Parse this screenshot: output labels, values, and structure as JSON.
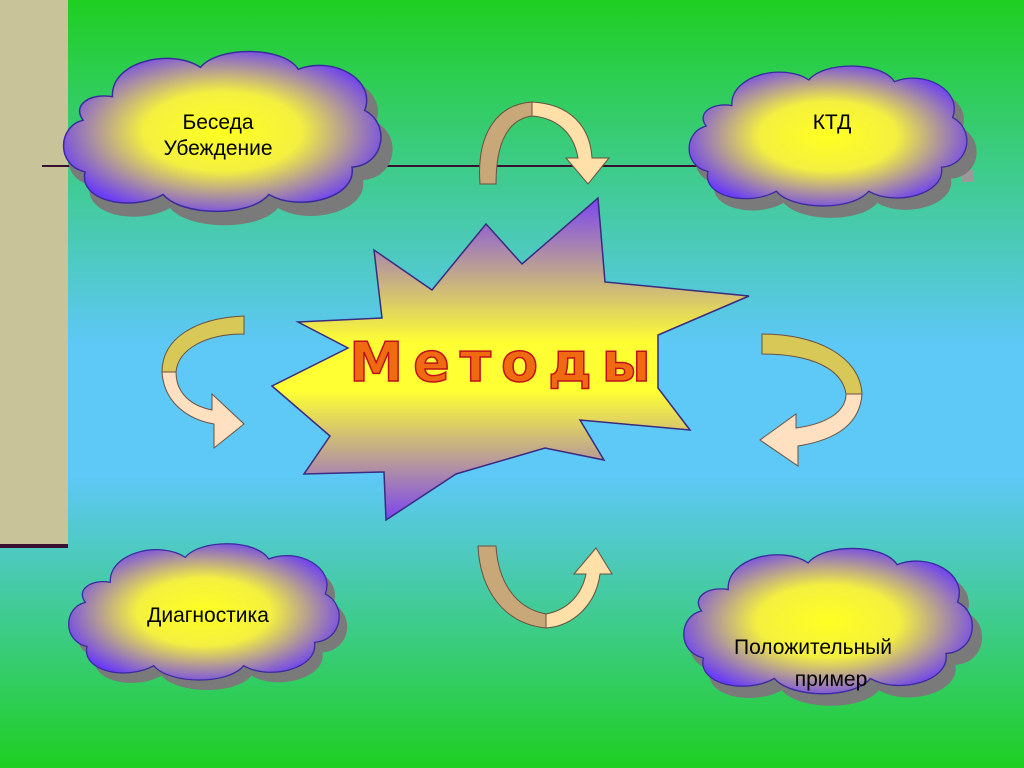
{
  "center": {
    "title": "Методы"
  },
  "nodes": {
    "top_left": {
      "line1": "Беседа",
      "line2": "Убеждение"
    },
    "top_right": {
      "line1": "КТД"
    },
    "bottom_left": {
      "line1": "Диагностика"
    },
    "bottom_right": {
      "line1": "Положительный",
      "line2": "пример"
    }
  },
  "colors": {
    "background_top": "#1fcf22",
    "background_mid": "#5ec8f7",
    "background_bottom": "#1fcf22",
    "side_bar": "#c9c39a",
    "divider": "#3a1030",
    "cloud_outer": "#6a3cf5",
    "cloud_inner": "#ffff22",
    "star_top": "#7b45f0",
    "star_mid": "#ffff33",
    "arrow_dark": "#c8a878",
    "arrow_light": "#ffe9b0",
    "title_fill": "#f06a10",
    "title_outline": "#c01020"
  },
  "icons": [
    "cloud-shape",
    "explosion-star",
    "curved-arrow"
  ]
}
